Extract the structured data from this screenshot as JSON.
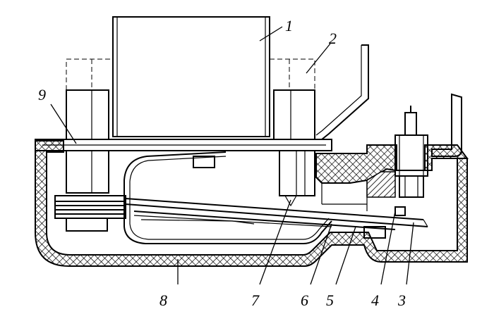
{
  "diagram": {
    "callouts": [
      "1",
      "2",
      "3",
      "4",
      "5",
      "6",
      "7",
      "8",
      "9"
    ]
  },
  "colors": {
    "ink": "#000000",
    "background": "#ffffff"
  }
}
